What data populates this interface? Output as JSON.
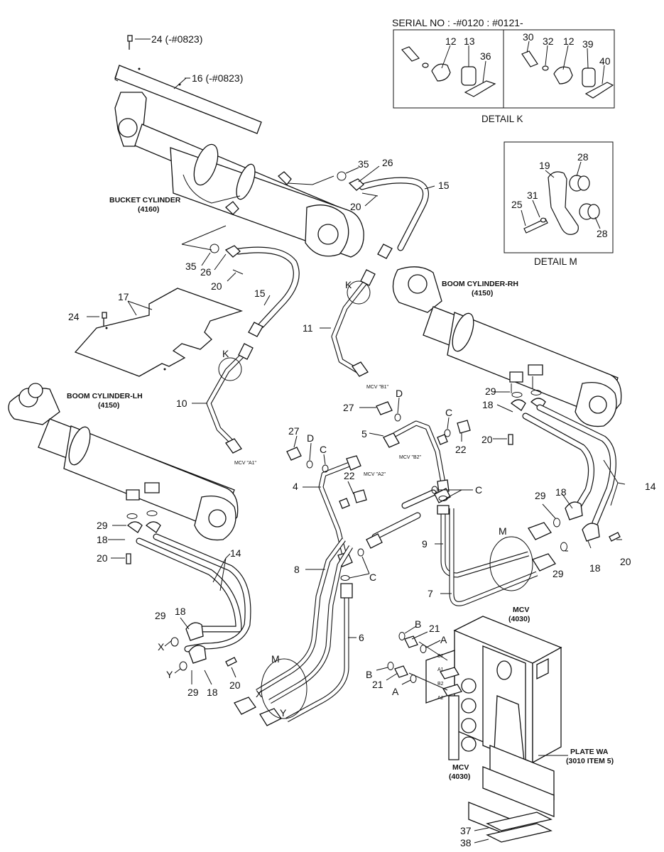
{
  "serial": {
    "header": "SERIAL NO : -#0120    : #0121-",
    "left_parts": [
      "12",
      "13",
      "36"
    ],
    "right_parts": [
      "30",
      "32",
      "12",
      "39",
      "40"
    ]
  },
  "details": {
    "k": "DETAIL K",
    "m": "DETAIL M"
  },
  "detail_m_parts": [
    "19",
    "28",
    "31",
    "25",
    "28"
  ],
  "components": {
    "bucket_cylinder": "BUCKET CYLINDER",
    "bucket_cylinder_no": "(4160)",
    "boom_rh": "BOOM CYLINDER-RH",
    "boom_rh_no": "(4150)",
    "boom_lh": "BOOM CYLINDER-LH",
    "boom_lh_no": "(4150)",
    "mcv": "MCV",
    "mcv_no": "(4030)",
    "plate": "PLATE WA",
    "plate_ref": "(3010 ITEM 5)"
  },
  "ports": {
    "a1": "MCV \"A1\"",
    "b1": "MCV \"B1\"",
    "a2": "MCV \"A2\"",
    "b2": "MCV \"B2\"",
    "valve_b1": "B1",
    "valve_a1": "A1",
    "valve_b2": "B2",
    "valve_a2": "A2"
  },
  "callouts": {
    "p24_top": "24 (-#0823)",
    "p16": "16 (-#0823)",
    "p35_top": "35",
    "p26_top": "26",
    "p15_top": "15",
    "p20_top": "20",
    "p35_mid": "35",
    "p26_mid": "26",
    "p20_mid": "20",
    "p15_mid": "15",
    "p17": "17",
    "p24_plate": "24",
    "k_upper": "K",
    "p11": "11",
    "k_lower": "K",
    "p10": "10",
    "p27_right": "27",
    "d_right": "D",
    "p5": "5",
    "c_right": "C",
    "p22_right": "22",
    "p27_left": "27",
    "d_left": "D",
    "c_left": "C",
    "p22_left": "22",
    "p4": "4",
    "c_center": "C",
    "p8": "8",
    "c_low": "C",
    "p9": "9",
    "p7": "7",
    "p6": "6",
    "m_right": "M",
    "m_left": "M",
    "p29_rh_top": "29",
    "p18_rh_top": "18",
    "p20_rh_top": "20",
    "p14_rh": "14",
    "p29_rh_mid": "29",
    "p18_rh_mid": "18",
    "p29_rh_low": "29",
    "p18_rh_low": "18",
    "p20_rh_low": "20",
    "p29_lh_top": "29",
    "p18_lh_top": "18",
    "p20_lh_top": "20",
    "p14_lh": "14",
    "p18_lh_mid": "18",
    "p29_lh_mid": "29",
    "x_lh": "X",
    "y_lh": "Y",
    "p29_lh_low": "29",
    "p18_lh_low": "18",
    "p20_lh_low": "20",
    "x_m": "X",
    "y_m": "Y",
    "b_upper": "B",
    "p21_upper": "21",
    "a_upper": "A",
    "b_lower": "B",
    "p21_lower": "21",
    "a_lower": "A",
    "p37": "37",
    "p38": "38"
  }
}
